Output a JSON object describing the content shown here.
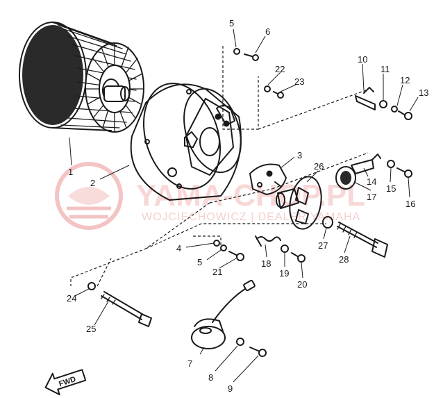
{
  "watermark": {
    "brand": "YAMA-CHOP.PL",
    "subtitle": "WOJCIECHOWICZ | DEALER YAMAHA",
    "color": "#e88a8a"
  },
  "forward_marker": {
    "text": "FWD"
  },
  "callouts": [
    "1",
    "2",
    "3",
    "4",
    "5",
    "5",
    "6",
    "7",
    "8",
    "9",
    "10",
    "11",
    "12",
    "13",
    "14",
    "15",
    "16",
    "17",
    "18",
    "19",
    "20",
    "21",
    "22",
    "23",
    "24",
    "25",
    "26",
    "27",
    "28"
  ]
}
